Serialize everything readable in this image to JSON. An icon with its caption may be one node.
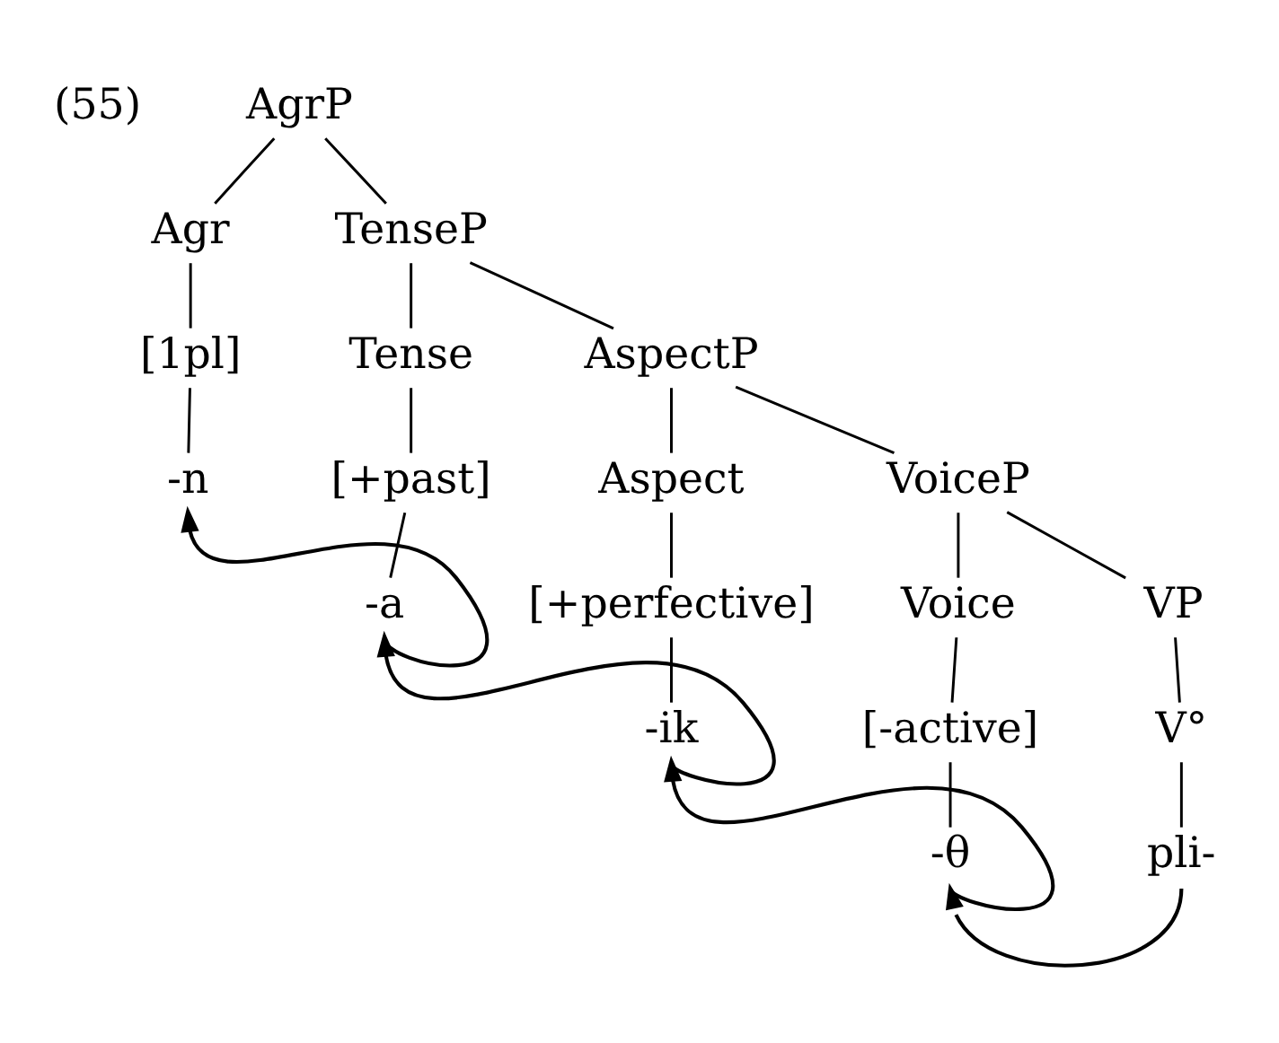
{
  "diagram": {
    "nodes": [
      {
        "text": [
          "AgrP"
        ]
      },
      {
        "text": [
          "Agr"
        ]
      },
      {
        "text": [
          "TenseP"
        ]
      },
      {
        "text": [
          "[1pl]"
        ]
      },
      {
        "text": [
          "-n"
        ]
      },
      {
        "text": [
          "Tense"
        ]
      },
      {
        "text": [
          "AspectP"
        ]
      },
      {
        "text": [
          "[+past]"
        ]
      },
      {
        "text": [
          "-a"
        ]
      },
      {
        "text": [
          "Aspect"
        ]
      },
      {
        "text": [
          "VoiceP"
        ]
      },
      {
        "text": [
          "[+perfective]"
        ]
      },
      {
        "text": [
          "-ik"
        ]
      },
      {
        "text": [
          "Voice"
        ]
      },
      {
        "text": [
          "VP"
        ]
      },
      {
        "text": [
          "[-active]"
        ]
      },
      {
        "text": [
          "V°"
        ]
      },
      {
        "text": [
          "-θ"
        ]
      },
      {
        "text": [
          "pli-"
        ]
      }
    ],
    "edges": [
      {
        "from": 0,
        "to": 1,
        "arrow": "none"
      },
      {
        "from": 0,
        "to": 2,
        "arrow": "none"
      },
      {
        "from": 1,
        "to": 3,
        "arrow": "none"
      },
      {
        "from": 3,
        "to": 4,
        "arrow": "none"
      },
      {
        "from": 2,
        "to": 5,
        "arrow": "none"
      },
      {
        "from": 2,
        "to": 6,
        "arrow": "none"
      },
      {
        "from": 5,
        "to": 7,
        "arrow": "none"
      },
      {
        "from": 7,
        "to": 8,
        "arrow": "none"
      },
      {
        "from": 6,
        "to": 9,
        "arrow": "none"
      },
      {
        "from": 6,
        "to": 10,
        "arrow": "none"
      },
      {
        "from": 9,
        "to": 11,
        "arrow": "none"
      },
      {
        "from": 11,
        "to": 12,
        "arrow": "none"
      },
      {
        "from": 10,
        "to": 13,
        "arrow": "none"
      },
      {
        "from": 10,
        "to": 14,
        "arrow": "none"
      },
      {
        "from": 13,
        "to": 15,
        "arrow": "none"
      },
      {
        "from": 14,
        "to": 16,
        "arrow": "none"
      },
      {
        "from": 15,
        "to": 17,
        "arrow": "none"
      },
      {
        "from": 16,
        "to": 18,
        "arrow": "none"
      },
      {
        "from": 8,
        "to": 4,
        "arrow": "to"
      },
      {
        "from": 12,
        "to": 8,
        "arrow": "to"
      },
      {
        "from": 17,
        "to": 12,
        "arrow": "to"
      },
      {
        "from": 18,
        "to": 17,
        "arrow": "to"
      }
    ],
    "labels": [
      "(55)"
    ]
  }
}
